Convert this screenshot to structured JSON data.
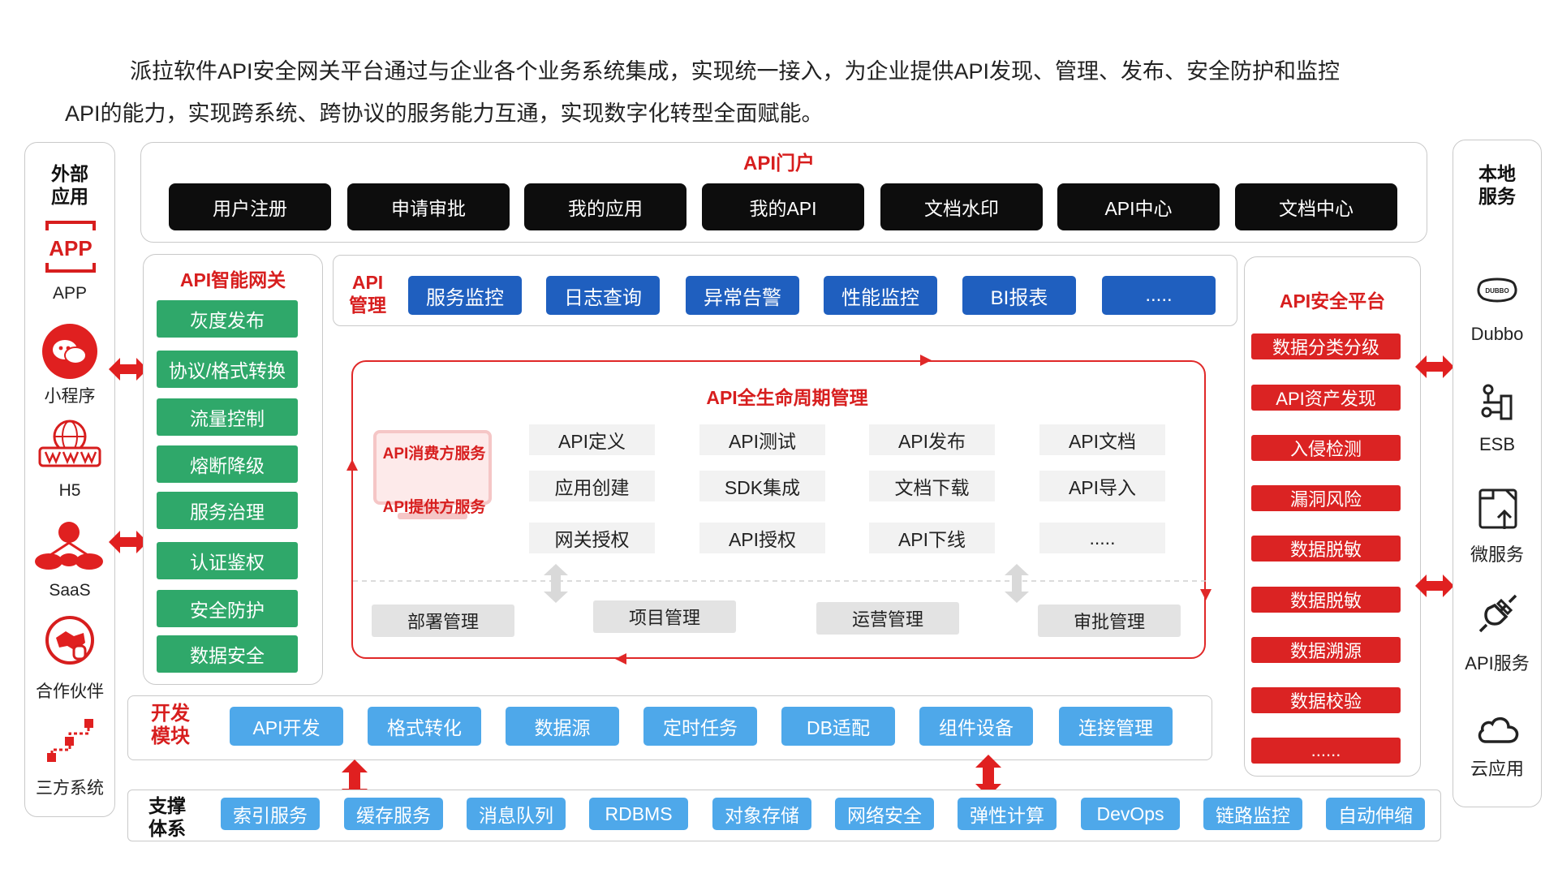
{
  "intro": {
    "line1": "派拉软件API安全网关平台通过与企业各个业务系统集成，实现统一接入，为企业提供API发现、管理、发布、安全防护和监控",
    "line2": "API的能力，实现跨系统、跨协议的服务能力互通，实现数字化转型全面赋能。"
  },
  "external": {
    "title_l1": "外部",
    "title_l2": "应用",
    "app_logo_text": "APP",
    "items": [
      "APP",
      "小程序",
      "H5",
      "SaaS",
      "合作伙伴",
      "三方系统"
    ]
  },
  "local": {
    "title_l1": "本地",
    "title_l2": "服务",
    "dubbo_logo_text": "DUBBO",
    "items": [
      "Dubbo",
      "ESB",
      "微服务",
      "API服务",
      "云应用"
    ]
  },
  "portal": {
    "title": "API门户",
    "buttons": [
      "用户注册",
      "申请审批",
      "我的应用",
      "我的API",
      "文档水印",
      "API中心",
      "文档中心"
    ]
  },
  "gateway": {
    "title": "API智能网关",
    "items": [
      "灰度发布",
      "协议/格式转换",
      "流量控制",
      "熔断降级",
      "服务治理",
      "认证鉴权",
      "安全防护",
      "数据安全"
    ]
  },
  "management": {
    "title_l1": "API",
    "title_l2": "管理",
    "buttons": [
      "服务监控",
      "日志查询",
      "异常告警",
      "性能监控",
      "BI报表",
      "....."
    ]
  },
  "lifecycle": {
    "title": "API全生命周期管理",
    "consumer": "API消费方服务",
    "provider": "API提供方服务",
    "grid": [
      [
        "API定义",
        "API测试",
        "API发布",
        "API文档"
      ],
      [
        "应用创建",
        "SDK集成",
        "文档下载",
        "API导入"
      ],
      [
        "网关授权",
        "API授权",
        "API下线",
        "....."
      ]
    ],
    "bottom": [
      "部署管理",
      "项目管理",
      "运营管理",
      "审批管理"
    ]
  },
  "security": {
    "title": "API安全平台",
    "items": [
      "数据分类分级",
      "API资产发现",
      "入侵检测",
      "漏洞风险",
      "数据脱敏",
      "数据脱敏",
      "数据溯源",
      "数据校验",
      "......"
    ]
  },
  "dev": {
    "title_l1": "开发",
    "title_l2": "模块",
    "buttons": [
      "API开发",
      "格式转化",
      "数据源",
      "定时任务",
      "DB适配",
      "组件设备",
      "连接管理"
    ]
  },
  "support": {
    "title_l1": "支撑",
    "title_l2": "体系",
    "buttons": [
      "索引服务",
      "缓存服务",
      "消息队列",
      "RDBMS",
      "对象存储",
      "网络安全",
      "弹性计算",
      "DevOps",
      "链路监控",
      "自动伸缩"
    ]
  },
  "colors": {
    "accent_red": "#d71e1e",
    "black_button": "#0d0d0d",
    "blue_button": "#1f5fbf",
    "light_blue_button": "#4ea8ea",
    "green_button": "#2fa86a",
    "red_button": "#db2323"
  }
}
